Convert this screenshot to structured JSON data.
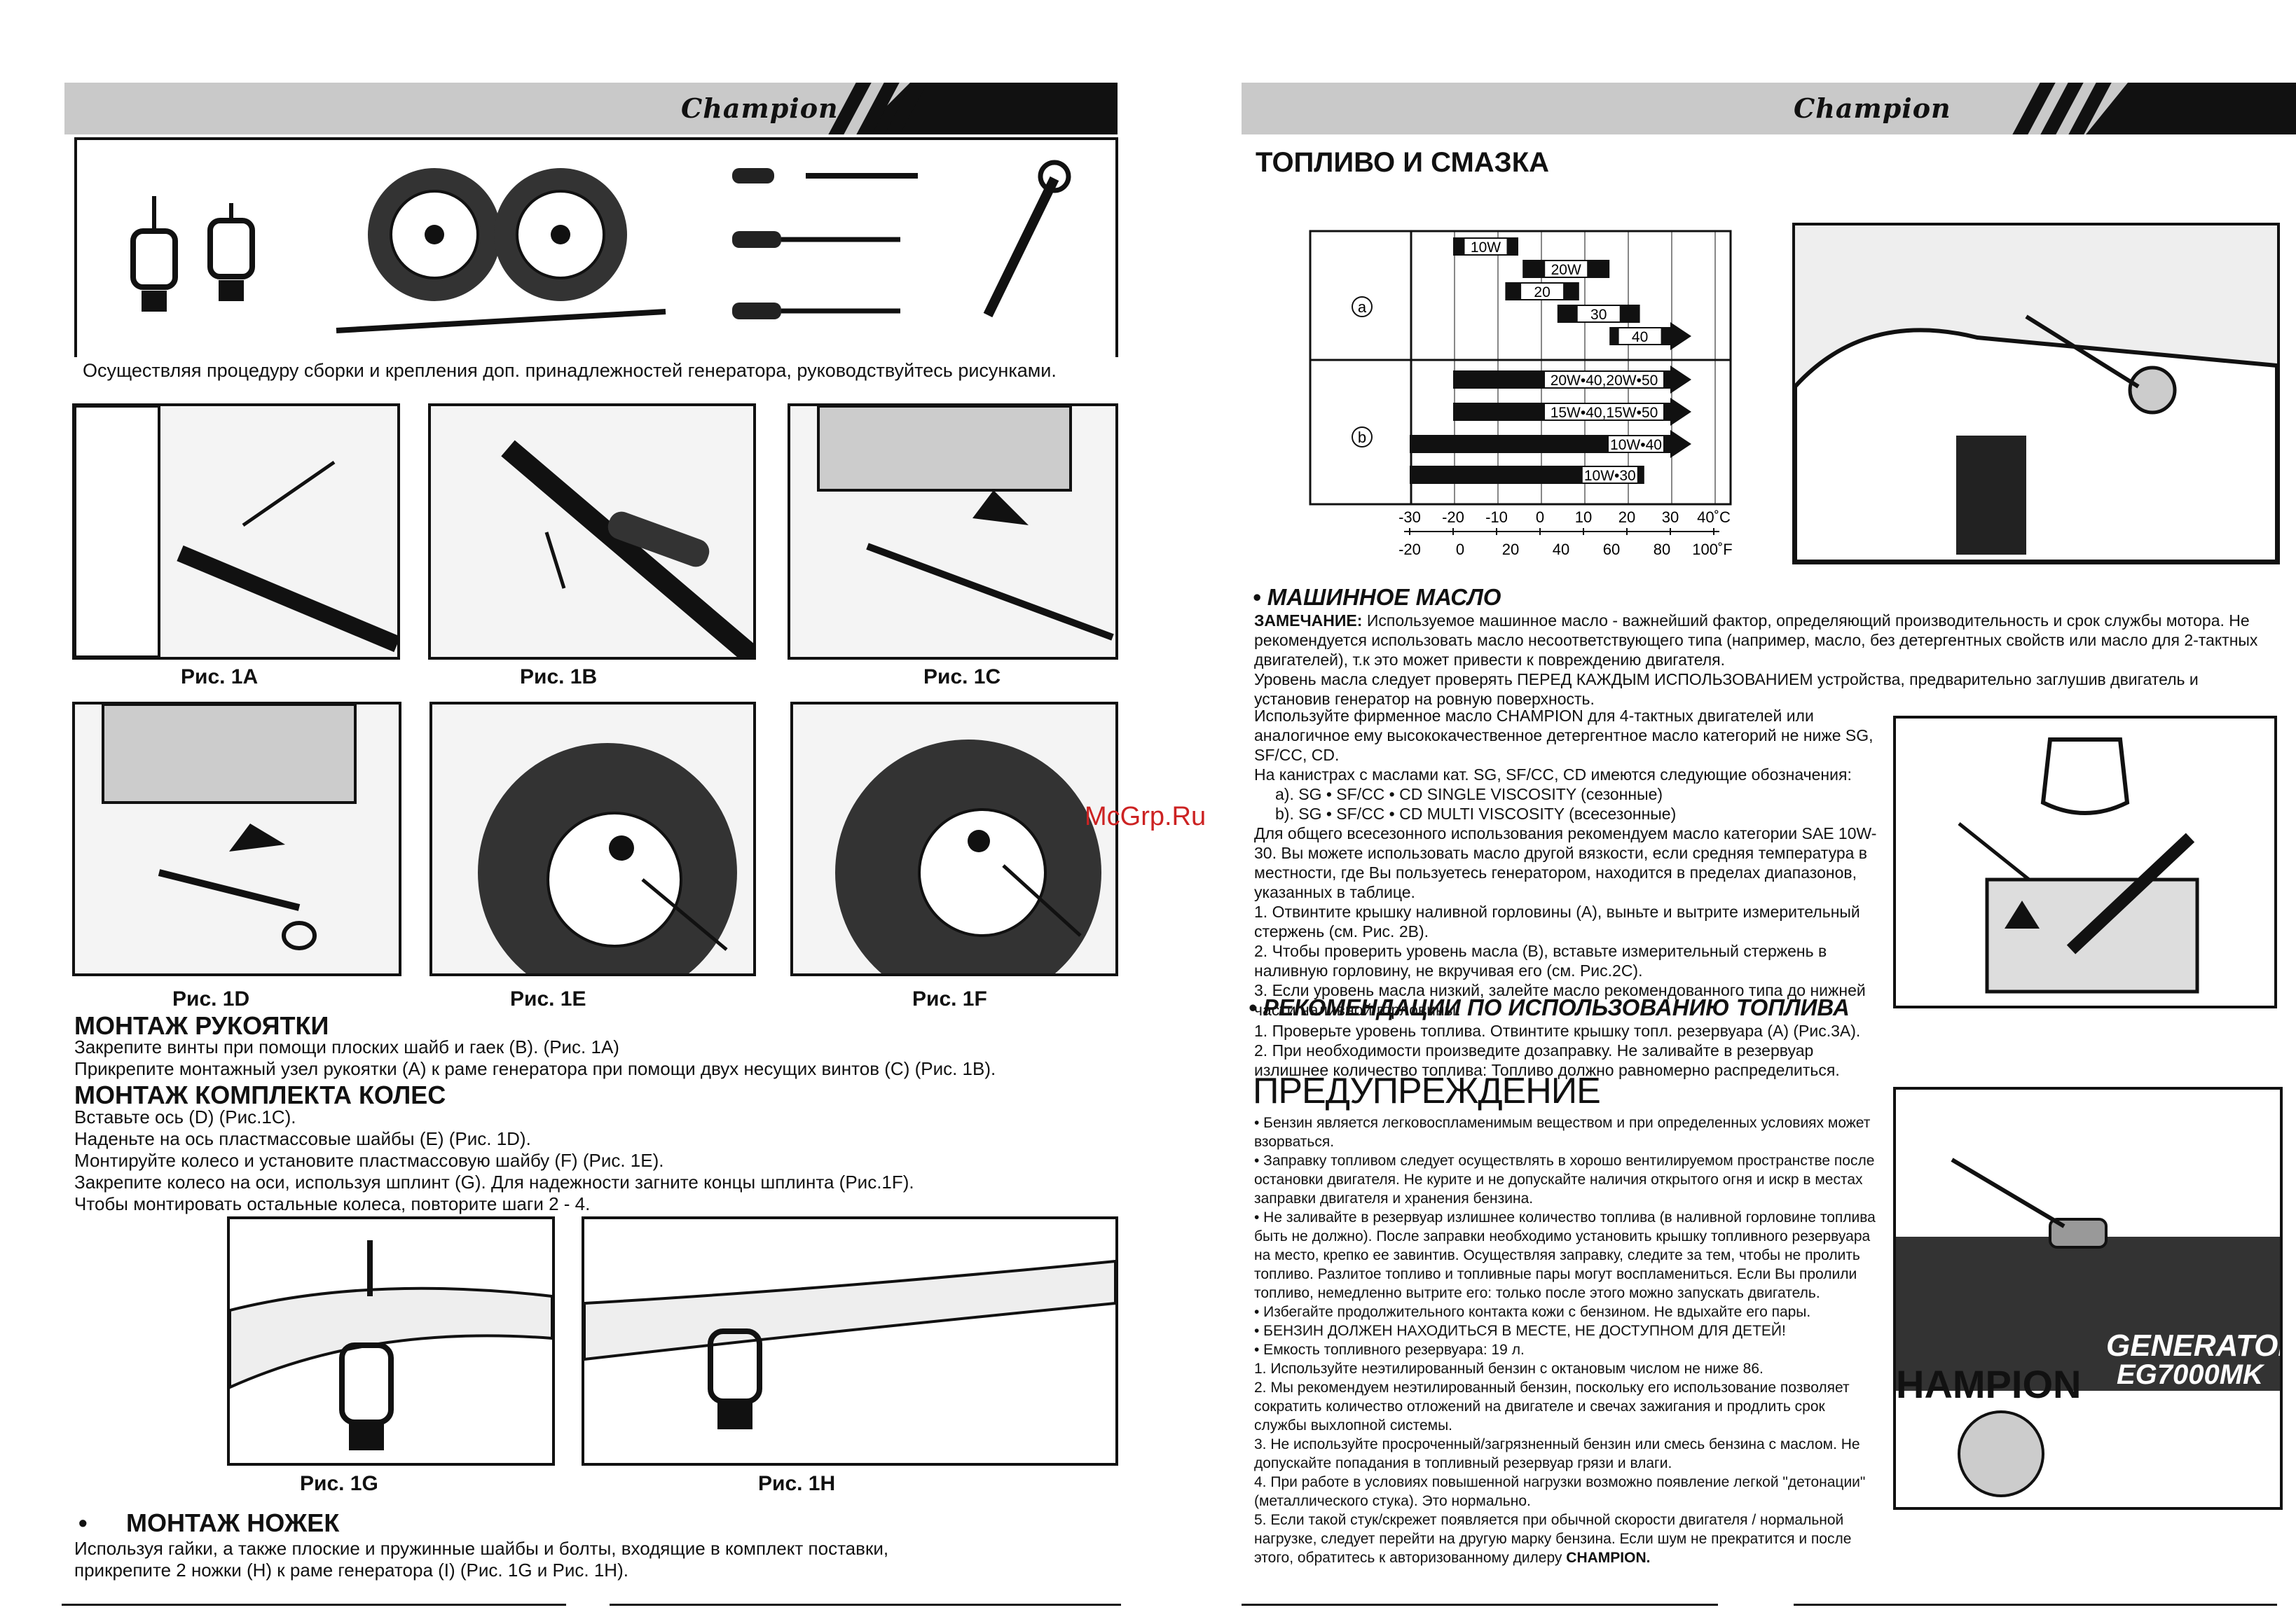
{
  "brand": "Champion",
  "watermark": "McGrp.Ru",
  "left": {
    "intro": "Осуществляя процедуру сборки и крепления доп. принадлежностей генератора, руководствуйтесь рисунками.",
    "figs": {
      "f1a": "Рис. 1A",
      "f1b": "Рис. 1B",
      "f1c": "Рис. 1C",
      "f1d": "Рис. 1D",
      "f1e": "Рис. 1E",
      "f1f": "Рис. 1F",
      "f1g": "Рис. 1G",
      "f1h": "Рис. 1H"
    },
    "handle": {
      "title": "МОНТАЖ РУКОЯТКИ",
      "l1": "Закрепите винты при помощи плоских шайб и гаек (B). (Рис. 1A)",
      "l2": "Прикрепите монтажный узел рукоятки (A) к раме генератора при помощи двух несущих винтов (C)  (Рис. 1B)."
    },
    "wheels": {
      "title": "МОНТАЖ КОМПЛЕКТА КОЛЕС",
      "l1": "Вставьте ось (D) (Рис.1C).",
      "l2": "Наденьте на ось пластмассовые шайбы (E) (Рис. 1D).",
      "l3": "Монтируйте колесо и установите пластмассовую шайбу (F) (Рис. 1E).",
      "l4": "Закрепите колесо на оси, используя шплинт (G). Для надежности загните концы шплинта (Рис.1F).",
      "l5": "Чтобы монтировать остальные колеса, повторите шаги 2 - 4."
    },
    "legs": {
      "bullet": "•",
      "title": "МОНТАЖ НОЖЕК",
      "l1": "Используя гайки, а также плоские и пружинные шайбы и болты, входящие в комплект поставки,",
      "l2": "прикрепите 2 ножки  (H) к раме генератора (I) (Рис. 1G и Рис. 1H)."
    }
  },
  "right": {
    "title": "ТОПЛИВО И СМАЗКА",
    "chart": {
      "row_a": "a",
      "row_b": "b",
      "bars": [
        "10W",
        "20W",
        "20",
        "30",
        "40",
        "20W•40,20W•50",
        "15W•40,15W•50",
        "10W•40",
        "10W•30"
      ],
      "celsius": [
        "-30",
        "-20",
        "-10",
        "0",
        "10",
        "20",
        "30",
        "40˚C"
      ],
      "fahrenheit": [
        "-20",
        "0",
        "20",
        "40",
        "60",
        "80",
        "100˚F"
      ]
    },
    "oil": {
      "title": "• МАШИННОЕ МАСЛО",
      "note_label": "ЗАМЕЧАНИЕ:",
      "note_text": "Используемое машинное масло - важнейший фактор, определяющий производительность и срок службы мотора. Не рекомендуется использовать масло несоответствующего типа (например, масло, без детергентных свойств или масло для 2-тактных двигателей), т.к это может привести к повреждению двигателя.",
      "level": "Уровень масла следует проверять ПЕРЕД КАЖДЫМ ИСПОЛЬЗОВАНИЕМ устройства, предварительно заглушив двигатель и установив генератор на ровную поверхность.",
      "p1": "Используйте фирменное масло CHAMPION для 4-тактных двигателей или аналогичное ему высококачественное детергентное масло категорий не ниже SG, SF/CC, CD.",
      "p2": "На канистрах с маслами  кат. SG, SF/CC, CD имеются следующие обозначения:",
      "p2a": "a). SG • SF/CC • CD SINGLE VISCOSITY (сезонные)",
      "p2b": "b). SG • SF/CC • CD MULTI VISCOSITY (всесезонные)",
      "p3": "Для общего всесезонного использования рекомендуем масло категории SAE 10W-30. Вы можете использовать масло другой вязкости, если средняя температура в местности, где Вы пользуетесь генератором, находится в пределах диапазонов, указанных  в таблице.",
      "s1": "1. Отвинтите крышку наливной горловины (A), выньте и вытрите измерительный стержень (см. Рис. 2B).",
      "s2": "2. Чтобы проверить уровень масла (B), вставьте измерительный стержень в наливную горловину, не вкручивая его (см. Рис.2C).",
      "s3": "3. Если уровень масла низкий, залейте масло рекомендованного типа до нижней части наливной горловины."
    },
    "fuel": {
      "title": "• РЕКОМЕНДАЦИИ ПО ИСПОЛЬЗОВАНИЮ ТОПЛИВА",
      "s1": "1. Проверьте уровень топлива. Отвинтите крышку топл. резервуара (A) (Рис.3A).",
      "s2": "2. При необходимости произведите дозаправку. Не заливайте в резервуар излишнее количество топлива: Топливо должно равномерно распределиться."
    },
    "warning": {
      "title": "ПРЕДУПРЕЖДЕНИЕ",
      "w1": "• Бензин является легковоспламенимым веществом и при определенных условиях может взорваться.",
      "w2": "• Заправку топливом следует осуществлять в хорошо вентилируемом  пространстве после остановки двигателя. Не курите и не допускайте наличия открытого огня и искр в местах заправки двигателя и хранения бензина.",
      "w3": "• Не заливайте в резервуар излишнее количество топлива (в наливной горловине топлива быть не должно). После заправки необходимо установить крышку топливного резервуара на место, крепко ее завинтив. Осуществляя заправку, следите за тем, чтобы  не пролить топливо. Разлитое топливо и топливные пары могут воспламениться. Если Вы пролили топливо, немедленно вытрите его: только после этого можно запускать двигатель.",
      "w4": "• Избегайте продолжительного контакта кожи с бензином. Не вдыхайте его пары.",
      "w5": "• БЕНЗИН ДОЛЖЕН НАХОДИТЬСЯ В МЕСТЕ, НЕ ДОСТУПНОМ ДЛЯ ДЕТЕЙ!",
      "w6": "•  Емкость топливного резервуара: 19 л.",
      "n1": "1.  Используйте неэтилированный бензин с октановым числом не ниже 86.",
      "n2": "2. Мы рекомендуем неэтилированный бензин, поскольку его использование позволяет сократить количество отложений на двигателе и свечах зажигания и продлить срок службы выхлопной системы.",
      "n3": "3. Не используйте просроченный/загрязненный бензин или смесь бензина с маслом. Не допускайте попадания в топливный резервуар грязи и влаги.",
      "n4": "4. При работе в условиях повышенной нагрузки возможно появление легкой \"детонации\" (металлического стука). Это нормально.",
      "n5": "5. Если такой стук/скрежет появляется при обычной скорости двигателя / нормальной нагрузке, следует перейти на другую марку бензина. Если шум не прекратится и после этого, обратитесь к авторизованному дилеру",
      "n5b": "CHAMPION."
    },
    "generator": {
      "line1": "GENERATOR",
      "line2": "EG7000MK",
      "brand": "HAMPION"
    }
  },
  "colors": {
    "header_gray": "#c9c9c9",
    "ink": "#111111",
    "watermark": "#cc2222"
  }
}
